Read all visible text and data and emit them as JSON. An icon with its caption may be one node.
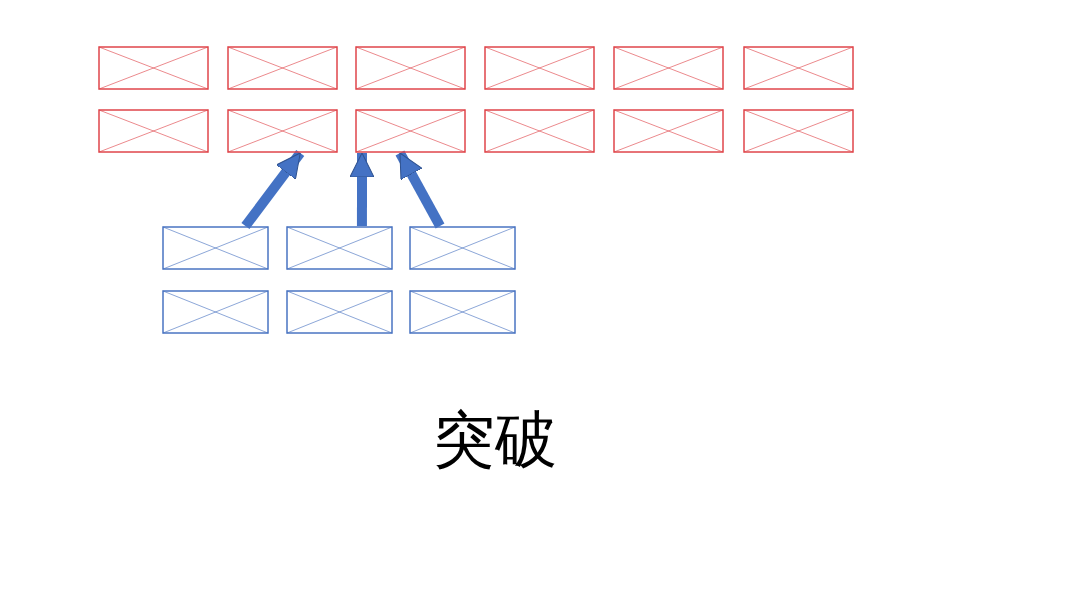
{
  "diagram": {
    "title": "突破",
    "nodes": [
      {
        "text": [],
        "shape": "box"
      },
      {
        "text": [],
        "shape": "box"
      },
      {
        "text": [],
        "shape": "box"
      },
      {
        "text": [],
        "shape": "box"
      },
      {
        "text": [],
        "shape": "box"
      },
      {
        "text": [],
        "shape": "box"
      },
      {
        "text": [],
        "shape": "box"
      },
      {
        "text": [],
        "shape": "box"
      },
      {
        "text": [],
        "shape": "box"
      },
      {
        "text": [],
        "shape": "box"
      },
      {
        "text": [],
        "shape": "box"
      },
      {
        "text": [],
        "shape": "box"
      },
      {
        "text": [],
        "shape": "box"
      },
      {
        "text": [],
        "shape": "box"
      },
      {
        "text": [],
        "shape": "box"
      },
      {
        "text": [],
        "shape": "box"
      },
      {
        "text": [],
        "shape": "box"
      },
      {
        "text": [],
        "shape": "box"
      }
    ],
    "edges": [
      {
        "from": 12,
        "to": 7,
        "arrow": "to"
      },
      {
        "from": 13,
        "to": 8,
        "arrow": "to"
      },
      {
        "from": 14,
        "to": 8,
        "arrow": "to"
      }
    ]
  }
}
